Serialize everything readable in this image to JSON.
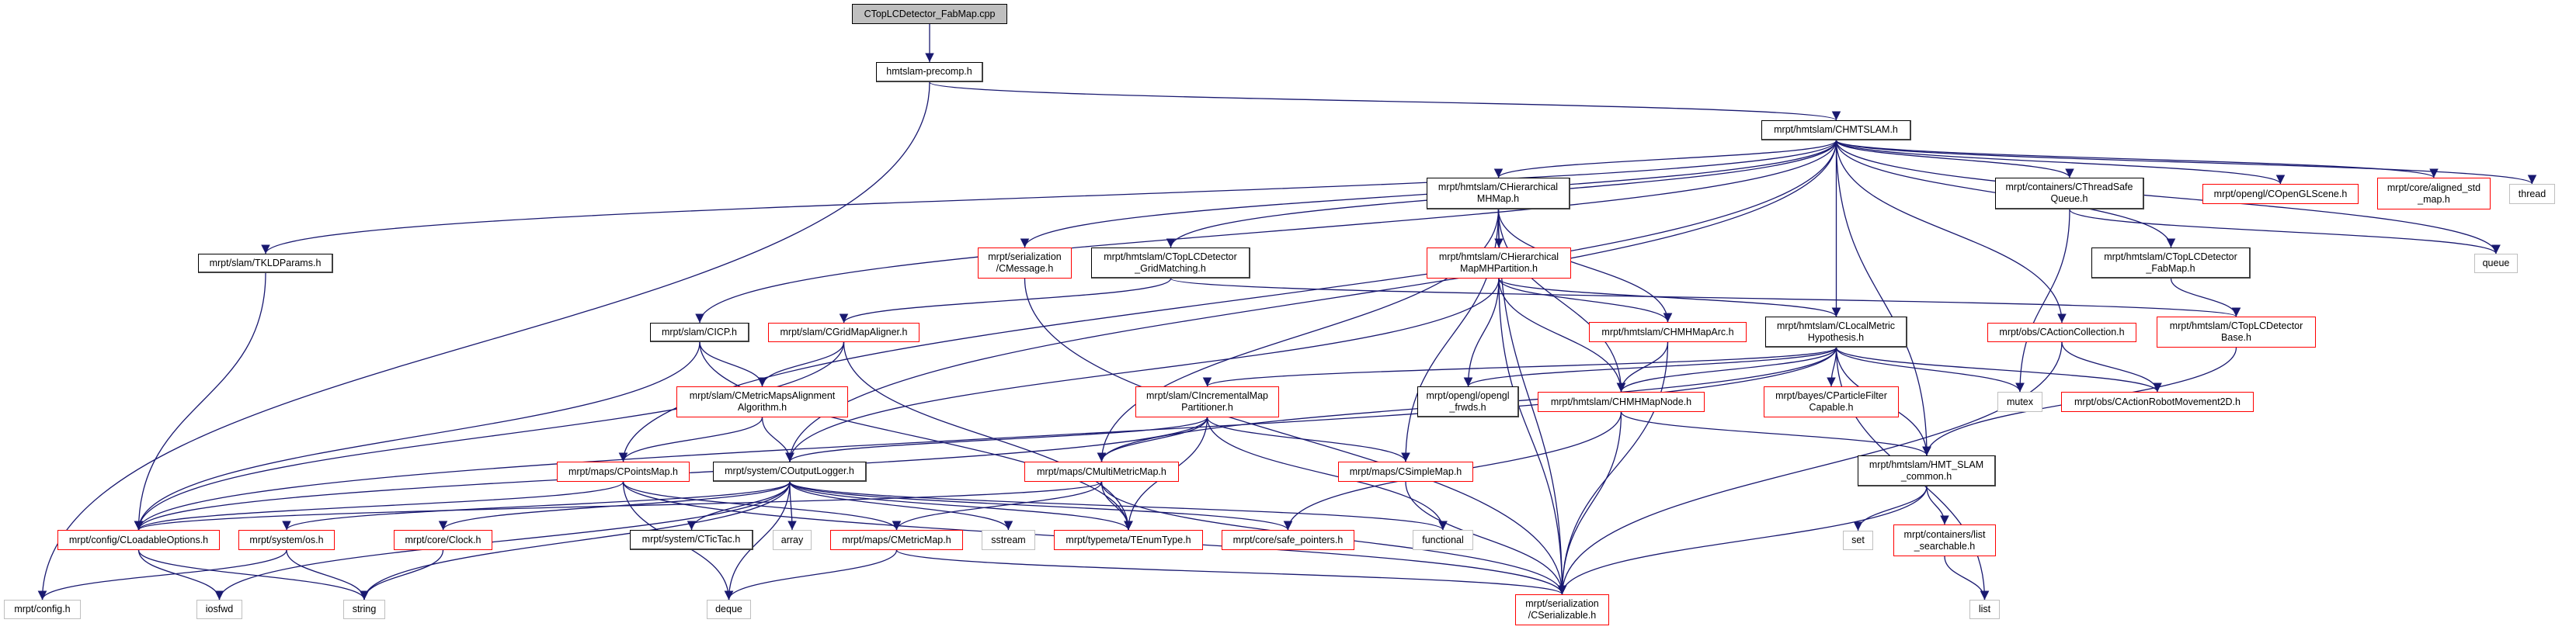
{
  "colors": {
    "edge": "#191970",
    "red_border": "#ff0000",
    "gray_border": "#bfbfbf",
    "root_fill": "#bfbfbf"
  },
  "nodes": [
    {
      "id": "cpp",
      "style": "root",
      "lines": [
        "CTopLCDetector_FabMap.cpp"
      ]
    },
    {
      "id": "precomp",
      "style": "normal",
      "lines": [
        "hmtslam-precomp.h"
      ]
    },
    {
      "id": "chmtslam",
      "style": "normal",
      "lines": [
        "mrpt/hmtslam/CHMTSLAM.h"
      ]
    },
    {
      "id": "tkld",
      "style": "normal",
      "lines": [
        "mrpt/slam/TKLDParams.h"
      ]
    },
    {
      "id": "hmhmap",
      "style": "normal",
      "lines": [
        "mrpt/hmtslam/CHierarchical",
        "MHMap.h"
      ]
    },
    {
      "id": "tsq",
      "style": "normal",
      "lines": [
        "mrpt/containers/CThreadSafe",
        "Queue.h"
      ]
    },
    {
      "id": "glscene",
      "style": "red",
      "lines": [
        "mrpt/opengl/COpenGLScene.h"
      ]
    },
    {
      "id": "alignedmap",
      "style": "red",
      "lines": [
        "mrpt/core/aligned_std",
        "_map.h"
      ]
    },
    {
      "id": "thread",
      "style": "gray",
      "lines": [
        "thread"
      ]
    },
    {
      "id": "cmessage",
      "style": "red",
      "lines": [
        "mrpt/serialization",
        "/CMessage.h"
      ]
    },
    {
      "id": "gridmatch",
      "style": "normal",
      "lines": [
        "mrpt/hmtslam/CTopLCDetector",
        "_GridMatching.h"
      ]
    },
    {
      "id": "mhpart",
      "style": "red",
      "lines": [
        "mrpt/hmtslam/CHierarchical",
        "MapMHPartition.h"
      ]
    },
    {
      "id": "fabmaph",
      "style": "normal",
      "lines": [
        "mrpt/hmtslam/CTopLCDetector",
        "_FabMap.h"
      ]
    },
    {
      "id": "queue",
      "style": "gray",
      "lines": [
        "queue"
      ]
    },
    {
      "id": "cicp",
      "style": "normal",
      "lines": [
        "mrpt/slam/CICP.h"
      ]
    },
    {
      "id": "gridaligner",
      "style": "red",
      "lines": [
        "mrpt/slam/CGridMapAligner.h"
      ]
    },
    {
      "id": "arc",
      "style": "red",
      "lines": [
        "mrpt/hmtslam/CHMHMapArc.h"
      ]
    },
    {
      "id": "lmh",
      "style": "normal",
      "lines": [
        "mrpt/hmtslam/CLocalMetric",
        "Hypothesis.h"
      ]
    },
    {
      "id": "actcoll",
      "style": "red",
      "lines": [
        "mrpt/obs/CActionCollection.h"
      ]
    },
    {
      "id": "lcbase",
      "style": "red",
      "lines": [
        "mrpt/hmtslam/CTopLCDetector",
        "Base.h"
      ]
    },
    {
      "id": "mmalign",
      "style": "red",
      "lines": [
        "mrpt/slam/CMetricMapsAlignment",
        "Algorithm.h"
      ]
    },
    {
      "id": "incpart",
      "style": "red",
      "lines": [
        "mrpt/slam/CIncrementalMap",
        "Partitioner.h"
      ]
    },
    {
      "id": "glfrwds",
      "style": "normal",
      "lines": [
        "mrpt/opengl/opengl",
        "_frwds.h"
      ]
    },
    {
      "id": "node",
      "style": "red",
      "lines": [
        "mrpt/hmtslam/CHMHMapNode.h"
      ]
    },
    {
      "id": "pfcap",
      "style": "red",
      "lines": [
        "mrpt/bayes/CParticleFilter",
        "Capable.h"
      ]
    },
    {
      "id": "mutex",
      "style": "gray",
      "lines": [
        "mutex"
      ]
    },
    {
      "id": "armov",
      "style": "red",
      "lines": [
        "mrpt/obs/CActionRobotMovement2D.h"
      ]
    },
    {
      "id": "pointsmap",
      "style": "red",
      "lines": [
        "mrpt/maps/CPointsMap.h"
      ]
    },
    {
      "id": "logger",
      "style": "normal",
      "lines": [
        "mrpt/system/COutputLogger.h"
      ]
    },
    {
      "id": "multimap",
      "style": "red",
      "lines": [
        "mrpt/maps/CMultiMetricMap.h"
      ]
    },
    {
      "id": "simplemap",
      "style": "red",
      "lines": [
        "mrpt/maps/CSimpleMap.h"
      ]
    },
    {
      "id": "common",
      "style": "normal",
      "lines": [
        "mrpt/hmtslam/HMT_SLAM",
        "_common.h"
      ]
    },
    {
      "id": "loadable",
      "style": "red",
      "lines": [
        "mrpt/config/CLoadableOptions.h"
      ]
    },
    {
      "id": "os",
      "style": "red",
      "lines": [
        "mrpt/system/os.h"
      ]
    },
    {
      "id": "clock",
      "style": "red",
      "lines": [
        "mrpt/core/Clock.h"
      ]
    },
    {
      "id": "tictac",
      "style": "normal",
      "lines": [
        "mrpt/system/CTicTac.h"
      ]
    },
    {
      "id": "array",
      "style": "gray",
      "lines": [
        "array"
      ]
    },
    {
      "id": "metricmap",
      "style": "red",
      "lines": [
        "mrpt/maps/CMetricMap.h"
      ]
    },
    {
      "id": "sstream",
      "style": "gray",
      "lines": [
        "sstream"
      ]
    },
    {
      "id": "enumtype",
      "style": "red",
      "lines": [
        "mrpt/typemeta/TEnumType.h"
      ]
    },
    {
      "id": "safeptr",
      "style": "red",
      "lines": [
        "mrpt/core/safe_pointers.h"
      ]
    },
    {
      "id": "functional",
      "style": "gray",
      "lines": [
        "functional"
      ]
    },
    {
      "id": "set",
      "style": "gray",
      "lines": [
        "set"
      ]
    },
    {
      "id": "listsearch",
      "style": "red",
      "lines": [
        "mrpt/containers/list",
        "_searchable.h"
      ]
    },
    {
      "id": "configh",
      "style": "gray",
      "lines": [
        "mrpt/config.h"
      ]
    },
    {
      "id": "iosfwd",
      "style": "gray",
      "lines": [
        "iosfwd"
      ]
    },
    {
      "id": "string",
      "style": "gray",
      "lines": [
        "string"
      ]
    },
    {
      "id": "deque",
      "style": "gray",
      "lines": [
        "deque"
      ]
    },
    {
      "id": "serializable",
      "style": "red",
      "lines": [
        "mrpt/serialization",
        "/CSerializable.h"
      ]
    },
    {
      "id": "list",
      "style": "gray",
      "lines": [
        "list"
      ]
    }
  ],
  "edges": [
    [
      "cpp",
      "precomp"
    ],
    [
      "precomp",
      "chmtslam"
    ],
    [
      "precomp",
      "configh"
    ],
    [
      "chmtslam",
      "tkld"
    ],
    [
      "chmtslam",
      "cicp"
    ],
    [
      "chmtslam",
      "pointsmap"
    ],
    [
      "chmtslam",
      "logger"
    ],
    [
      "chmtslam",
      "cmessage"
    ],
    [
      "chmtslam",
      "gridmatch"
    ],
    [
      "chmtslam",
      "hmhmap"
    ],
    [
      "chmtslam",
      "lmh"
    ],
    [
      "chmtslam",
      "tsq"
    ],
    [
      "chmtslam",
      "fabmaph"
    ],
    [
      "chmtslam",
      "actcoll"
    ],
    [
      "chmtslam",
      "glscene"
    ],
    [
      "chmtslam",
      "alignedmap"
    ],
    [
      "chmtslam",
      "thread"
    ],
    [
      "chmtslam",
      "queue"
    ],
    [
      "chmtslam",
      "common"
    ],
    [
      "tkld",
      "loadable"
    ],
    [
      "cicp",
      "loadable"
    ],
    [
      "cicp",
      "mmalign"
    ],
    [
      "cicp",
      "enumtype"
    ],
    [
      "gridaligner",
      "loadable"
    ],
    [
      "gridaligner",
      "mmalign"
    ],
    [
      "gridaligner",
      "enumtype"
    ],
    [
      "mmalign",
      "pointsmap"
    ],
    [
      "mmalign",
      "logger"
    ],
    [
      "gridmatch",
      "gridaligner"
    ],
    [
      "gridmatch",
      "lcbase"
    ],
    [
      "cmessage",
      "serializable"
    ],
    [
      "hmhmap",
      "mhpart"
    ],
    [
      "hmhmap",
      "multimap"
    ],
    [
      "hmhmap",
      "arc"
    ],
    [
      "hmhmap",
      "node"
    ],
    [
      "hmhmap",
      "serializable"
    ],
    [
      "hmhmap",
      "simplemap"
    ],
    [
      "mhpart",
      "arc"
    ],
    [
      "mhpart",
      "node"
    ],
    [
      "mhpart",
      "lmh"
    ],
    [
      "mhpart",
      "glfrwds"
    ],
    [
      "mhpart",
      "logger"
    ],
    [
      "mhpart",
      "serializable"
    ],
    [
      "arc",
      "node"
    ],
    [
      "arc",
      "serializable"
    ],
    [
      "lmh",
      "incpart"
    ],
    [
      "lmh",
      "glfrwds"
    ],
    [
      "lmh",
      "node"
    ],
    [
      "lmh",
      "pfcap"
    ],
    [
      "lmh",
      "mutex"
    ],
    [
      "lmh",
      "armov"
    ],
    [
      "lmh",
      "common"
    ],
    [
      "lmh",
      "list"
    ],
    [
      "lmh",
      "multimap"
    ],
    [
      "lmh",
      "loadable"
    ],
    [
      "actcoll",
      "armov"
    ],
    [
      "actcoll",
      "serializable"
    ],
    [
      "lcbase",
      "common"
    ],
    [
      "fabmaph",
      "lcbase"
    ],
    [
      "tsq",
      "queue"
    ],
    [
      "tsq",
      "mutex"
    ],
    [
      "node",
      "common"
    ],
    [
      "node",
      "serializable"
    ],
    [
      "node",
      "safeptr"
    ],
    [
      "common",
      "set"
    ],
    [
      "common",
      "listsearch"
    ],
    [
      "common",
      "serializable"
    ],
    [
      "listsearch",
      "list"
    ],
    [
      "incpart",
      "logger"
    ],
    [
      "incpart",
      "multimap"
    ],
    [
      "incpart",
      "simplemap"
    ],
    [
      "incpart",
      "enumtype"
    ],
    [
      "incpart",
      "functional"
    ],
    [
      "incpart",
      "loadable"
    ],
    [
      "pointsmap",
      "loadable"
    ],
    [
      "pointsmap",
      "metricmap"
    ],
    [
      "pointsmap",
      "serializable"
    ],
    [
      "pointsmap",
      "deque"
    ],
    [
      "logger",
      "os"
    ],
    [
      "logger",
      "clock"
    ],
    [
      "logger",
      "tictac"
    ],
    [
      "logger",
      "array"
    ],
    [
      "logger",
      "sstream"
    ],
    [
      "logger",
      "enumtype"
    ],
    [
      "logger",
      "safeptr"
    ],
    [
      "logger",
      "functional"
    ],
    [
      "logger",
      "iosfwd"
    ],
    [
      "logger",
      "string"
    ],
    [
      "logger",
      "deque"
    ],
    [
      "multimap",
      "metricmap"
    ],
    [
      "multimap",
      "enumtype"
    ],
    [
      "multimap",
      "serializable"
    ],
    [
      "multimap",
      "loadable"
    ],
    [
      "simplemap",
      "serializable"
    ],
    [
      "metricmap",
      "deque"
    ],
    [
      "metricmap",
      "serializable"
    ],
    [
      "loadable",
      "iosfwd"
    ],
    [
      "loadable",
      "string"
    ],
    [
      "os",
      "configh"
    ],
    [
      "os",
      "string"
    ],
    [
      "clock",
      "string"
    ]
  ]
}
